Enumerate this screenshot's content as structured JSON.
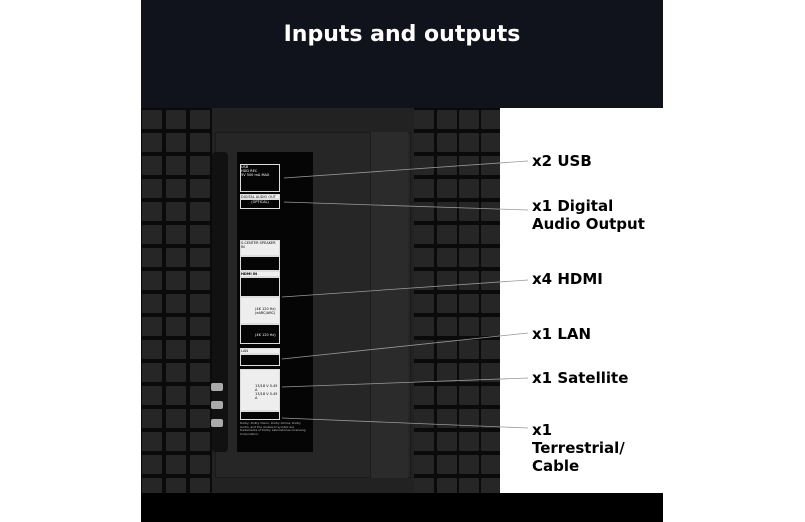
{
  "title": "Inputs and outputs",
  "callouts": [
    "x2 USB",
    "x1 Digital Audio Output",
    "x4 HDMI",
    "x1 LAN",
    "x1 Satellite",
    "x1 Terrestrial/ Cable"
  ],
  "port_label": {
    "usb": "USB",
    "usb_power": "5V 500 mA MAX",
    "hdd_rec": "HDD REC",
    "digital_audio": "DIGITAL AUDIO OUT",
    "optical": "(OPTICAL)",
    "center_speaker": "S-CENTER SPEAKER IN",
    "hdmi_in": "HDMI IN",
    "hdmi3": "(4K 120 Hz) (eARC/ARC)",
    "hdmi4": "(4K 120 Hz)",
    "lan": "LAN",
    "sat_main": "13/18 V 0.45 A",
    "sat_sub": "13/18 V 0.45 A",
    "legal": "Dolby, Dolby Vision, Dolby Atmos, Dolby Audio, and the double-D symbol are trademarks of Dolby Laboratories Licensing Corporation."
  }
}
